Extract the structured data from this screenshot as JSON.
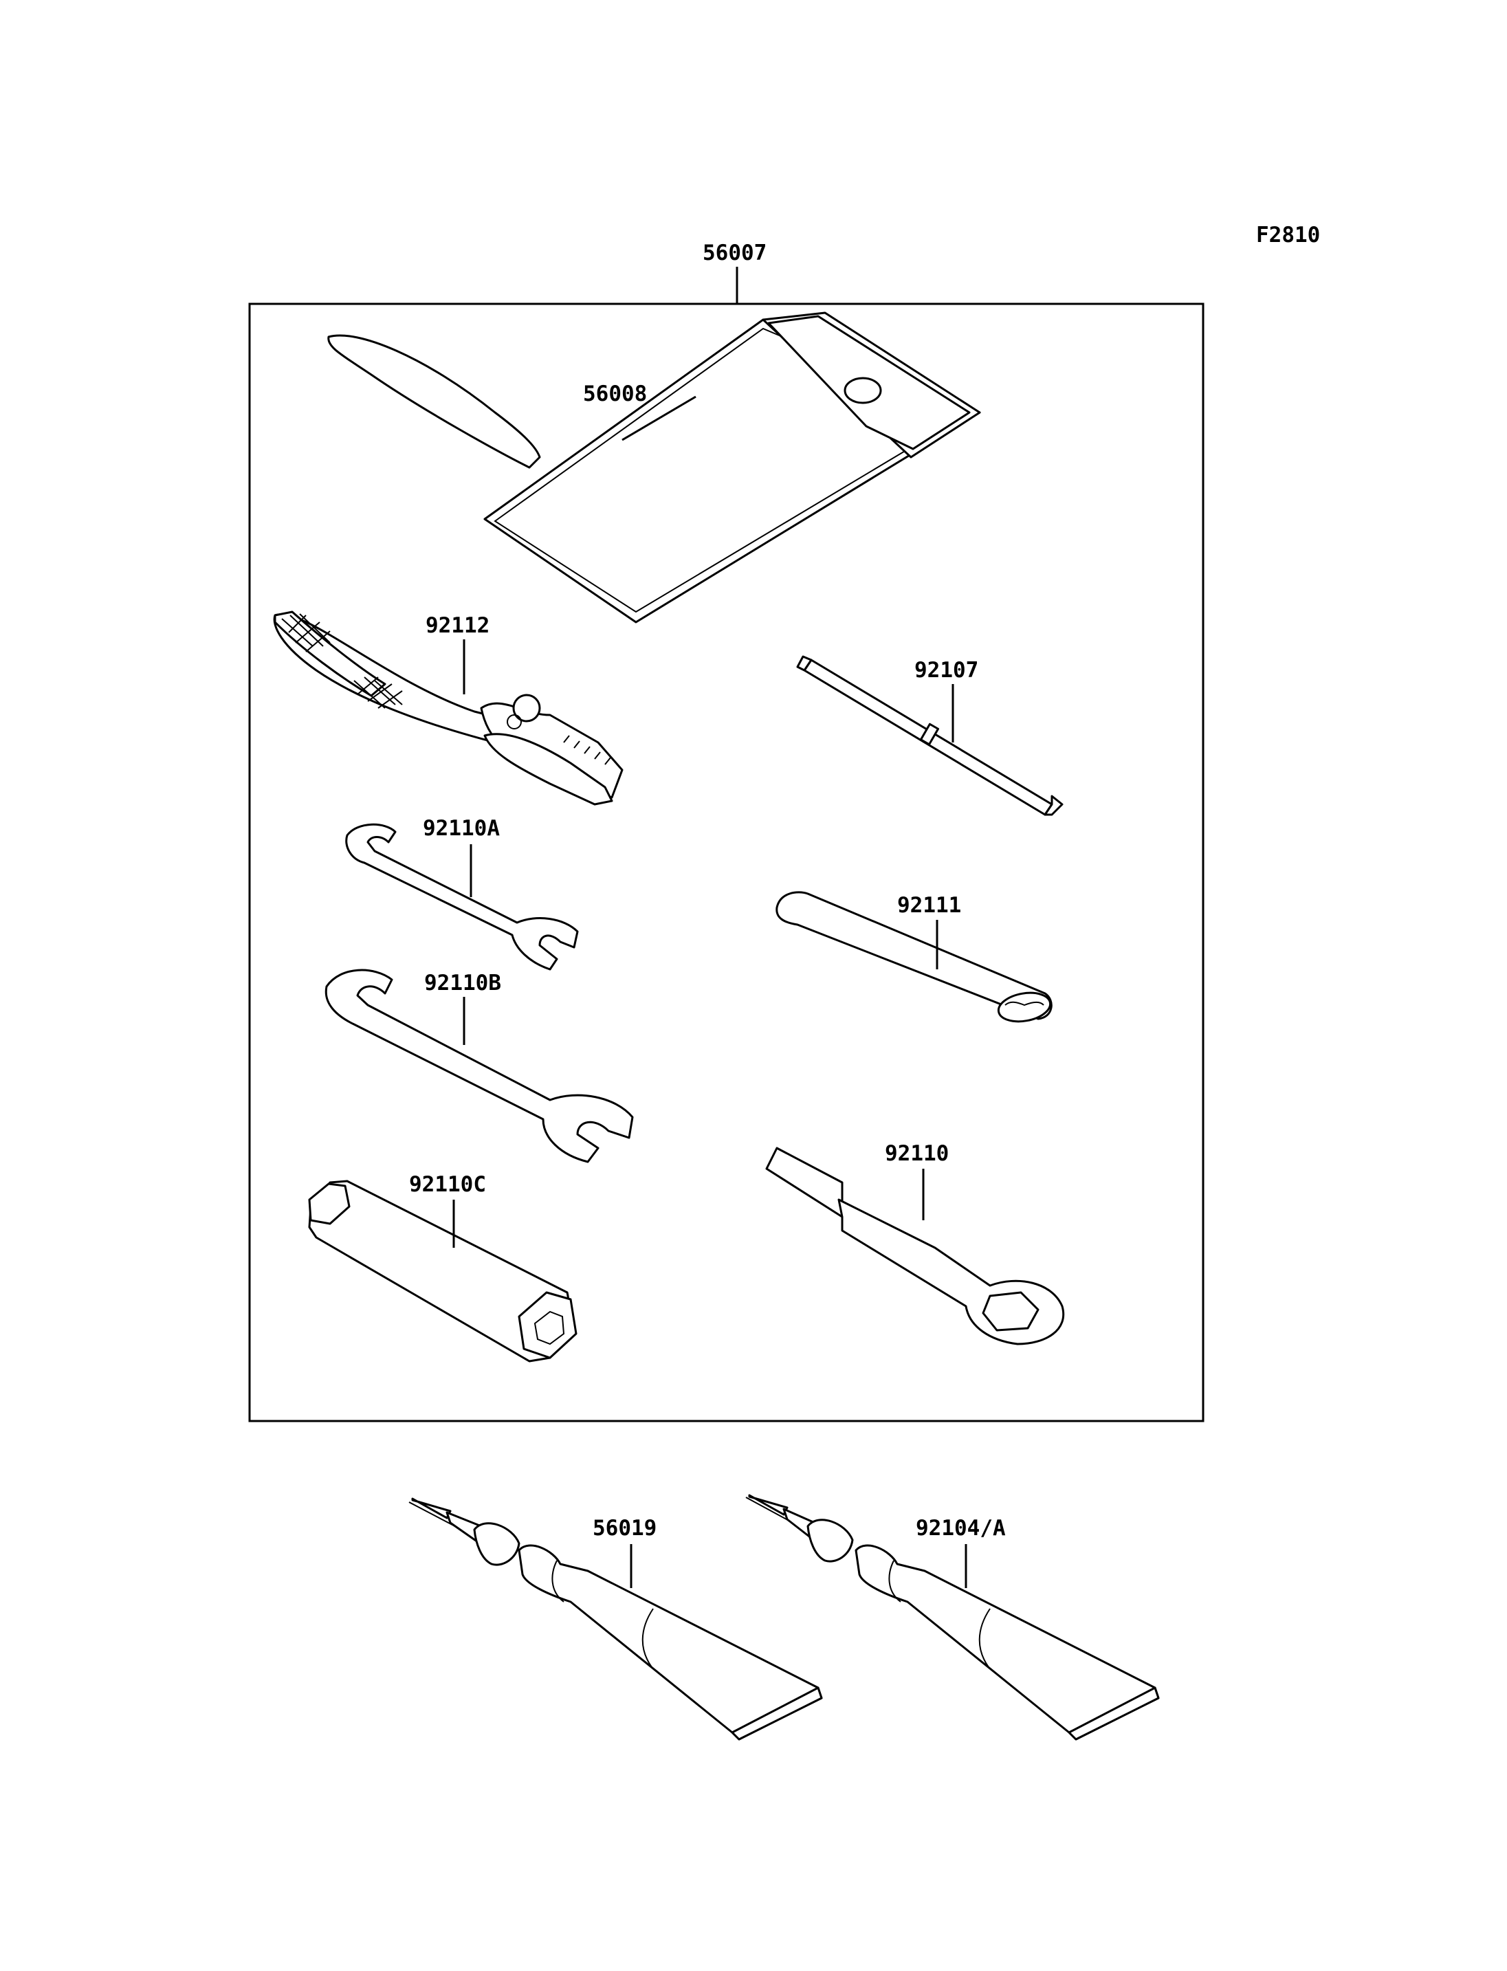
{
  "figure_code": "F2810",
  "labels": {
    "kit": "56007",
    "case": "56008",
    "pliers": "92112",
    "screwdriver": "92107",
    "wrench_a": "92110A",
    "handle": "92111",
    "wrench_b": "92110B",
    "plug_wrench": "92110C",
    "ring_wrench": "92110",
    "grease_1": "56019",
    "grease_2": "92104/A"
  }
}
